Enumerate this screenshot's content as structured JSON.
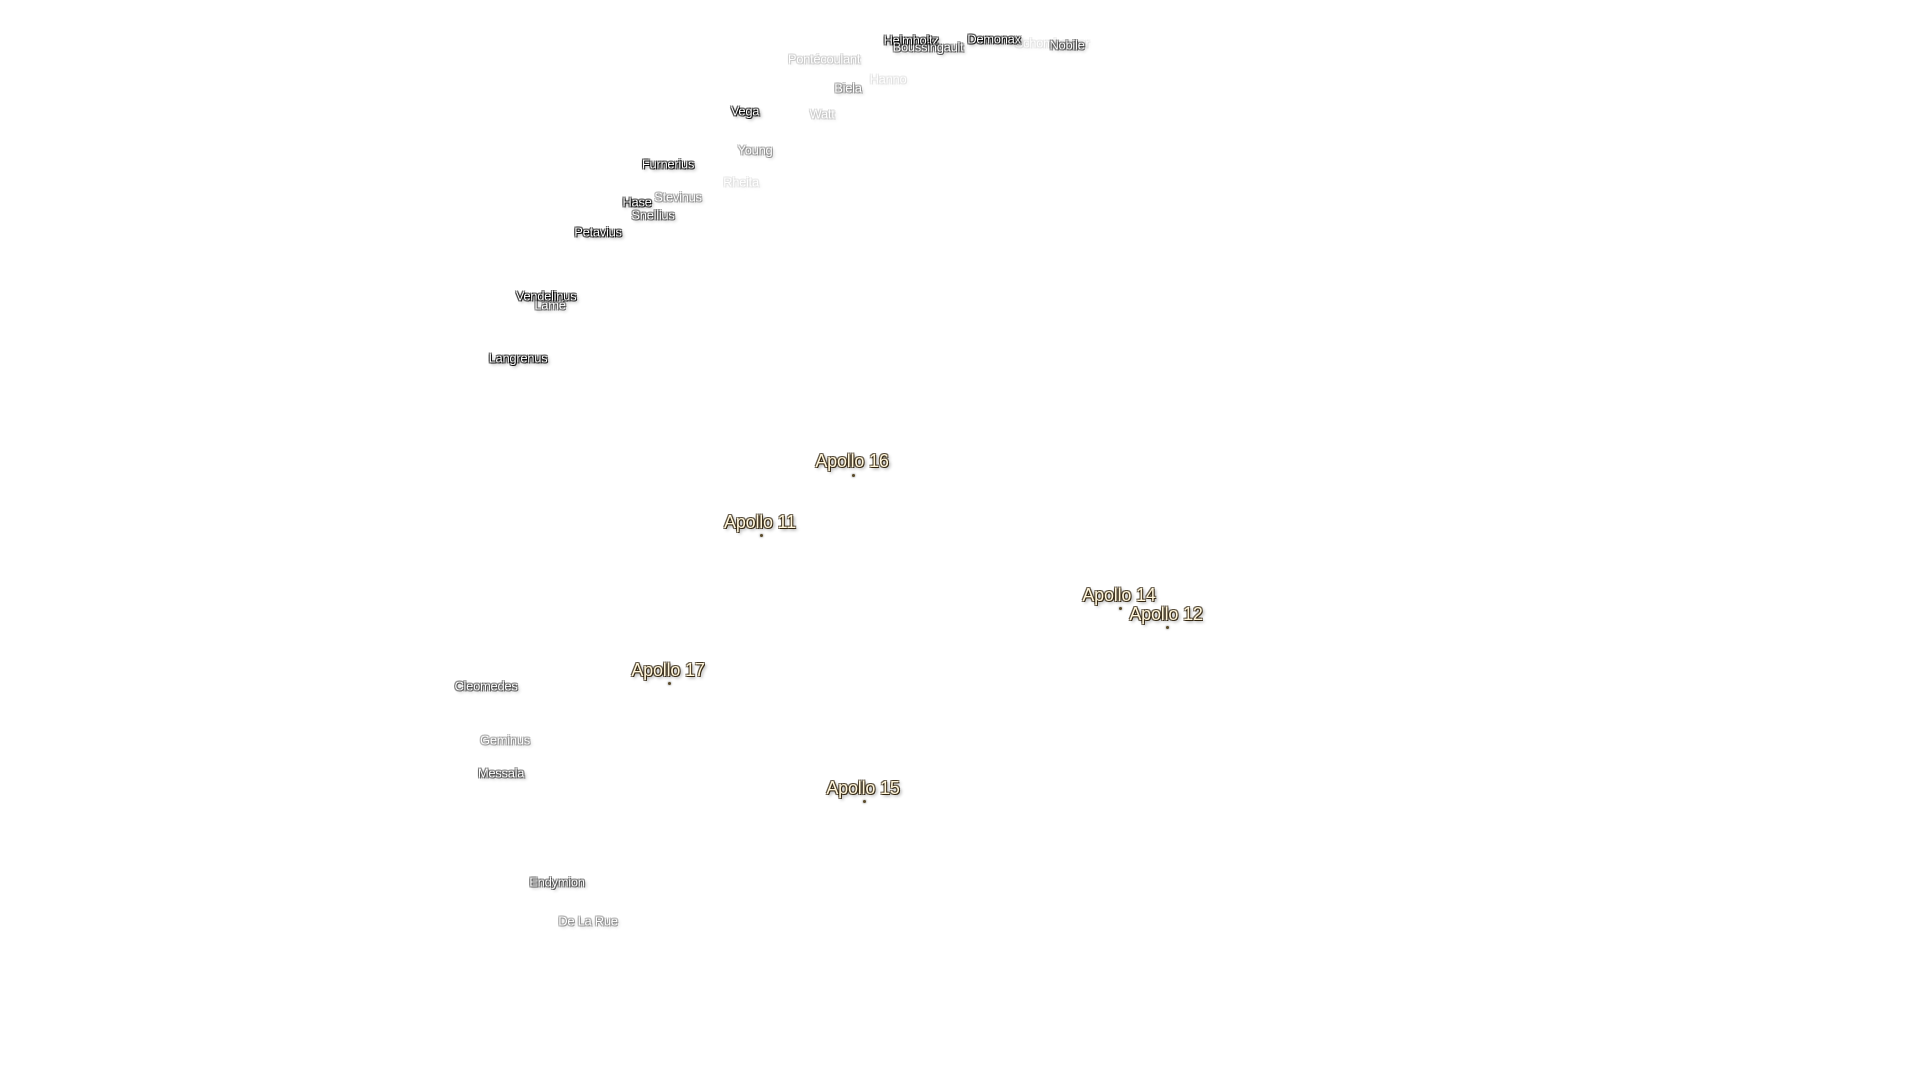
{
  "craters": [
    {
      "name": "Helmholtz"
    },
    {
      "name": "Boussingault"
    },
    {
      "name": "Demonax"
    },
    {
      "name": "Schomberger"
    },
    {
      "name": "Nobile"
    },
    {
      "name": "Pontécoulant"
    },
    {
      "name": "Hanno"
    },
    {
      "name": "Biela"
    },
    {
      "name": "Vega"
    },
    {
      "name": "Watt"
    },
    {
      "name": "Young"
    },
    {
      "name": "Furnerius"
    },
    {
      "name": "Rheita"
    },
    {
      "name": "Stevinus"
    },
    {
      "name": "Hase"
    },
    {
      "name": "Snellius"
    },
    {
      "name": "Petavius"
    },
    {
      "name": "Vendelinus"
    },
    {
      "name": "Lamé"
    },
    {
      "name": "Langrenus"
    },
    {
      "name": "Cleomedes"
    },
    {
      "name": "Geminus"
    },
    {
      "name": "Messala"
    },
    {
      "name": "Endymion"
    },
    {
      "name": "De La Rue"
    }
  ],
  "landing_sites": [
    {
      "name": "Apollo 16"
    },
    {
      "name": "Apollo 11"
    },
    {
      "name": "Apollo 14"
    },
    {
      "name": "Apollo 12"
    },
    {
      "name": "Apollo 17"
    },
    {
      "name": "Apollo 15"
    }
  ]
}
